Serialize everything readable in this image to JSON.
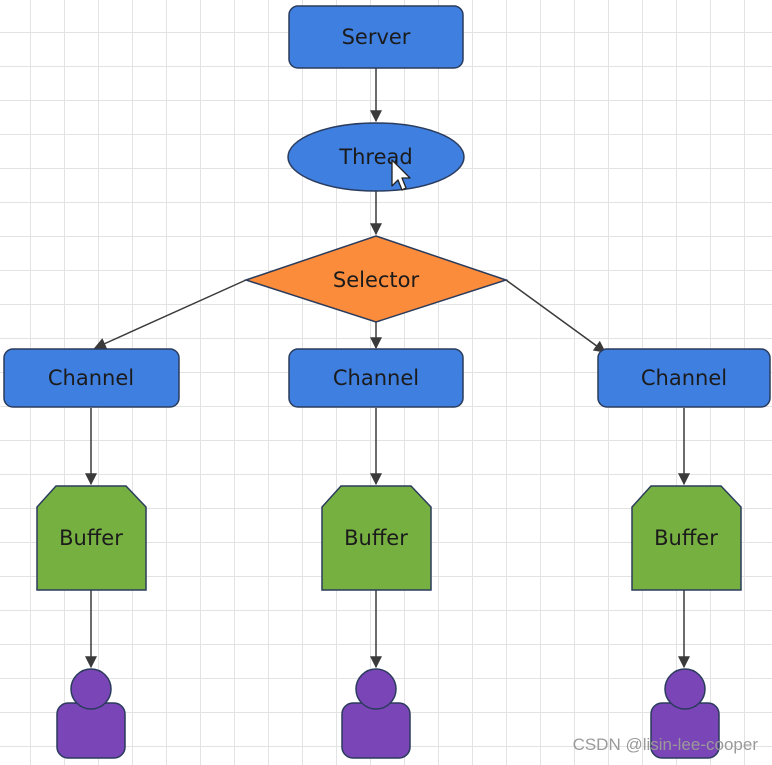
{
  "colors": {
    "process_fill": "#3f7fe0",
    "decision_fill": "#fb8c3c",
    "buffer_fill": "#76b041",
    "user_fill": "#7a45b6",
    "stroke": "#2a3b5c",
    "edge": "#3a3a3a"
  },
  "nodes": {
    "server": "Server",
    "thread": "Thread",
    "selector": "Selector",
    "channels": [
      "Channel",
      "Channel",
      "Channel"
    ],
    "buffers": [
      "Buffer",
      "Buffer",
      "Buffer"
    ],
    "users": [
      "user-icon",
      "user-icon",
      "user-icon"
    ]
  },
  "cursor": "pointer-cursor-icon",
  "watermark": "CSDN @lisin-lee-cooper"
}
